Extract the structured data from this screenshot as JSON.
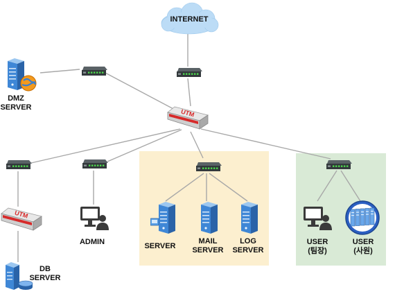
{
  "colors": {
    "zone_servers": "#fcefcf",
    "zone_users": "#d9ead6",
    "line": "#a8a8a8",
    "switch_body": "#33393c",
    "utm_red": "#d62a2a",
    "server_blue": "#3f87d6",
    "cloud": "#bcdcf6"
  },
  "labels": {
    "internet": "INTERNET",
    "dmz_server": "DMZ\nSERVER",
    "utm_main": "UTM",
    "utm_db": "UTM",
    "admin": "ADMIN",
    "server": "SERVER",
    "mail_server": "MAIL\nSERVER",
    "log_server": "LOG\nSERVER",
    "user_leader": "USER\n(팀장)",
    "user_staff": "USER\n(사원)",
    "db_server": "DB\nSERVER"
  },
  "icons": {
    "internet": "cloud-icon",
    "switch": "network-switch-icon",
    "utm": "utm-firewall-icon",
    "server": "server-tower-icon",
    "workstation": "workstation-user-icon",
    "server_group": "server-cluster-icon",
    "database": "database-icon"
  }
}
